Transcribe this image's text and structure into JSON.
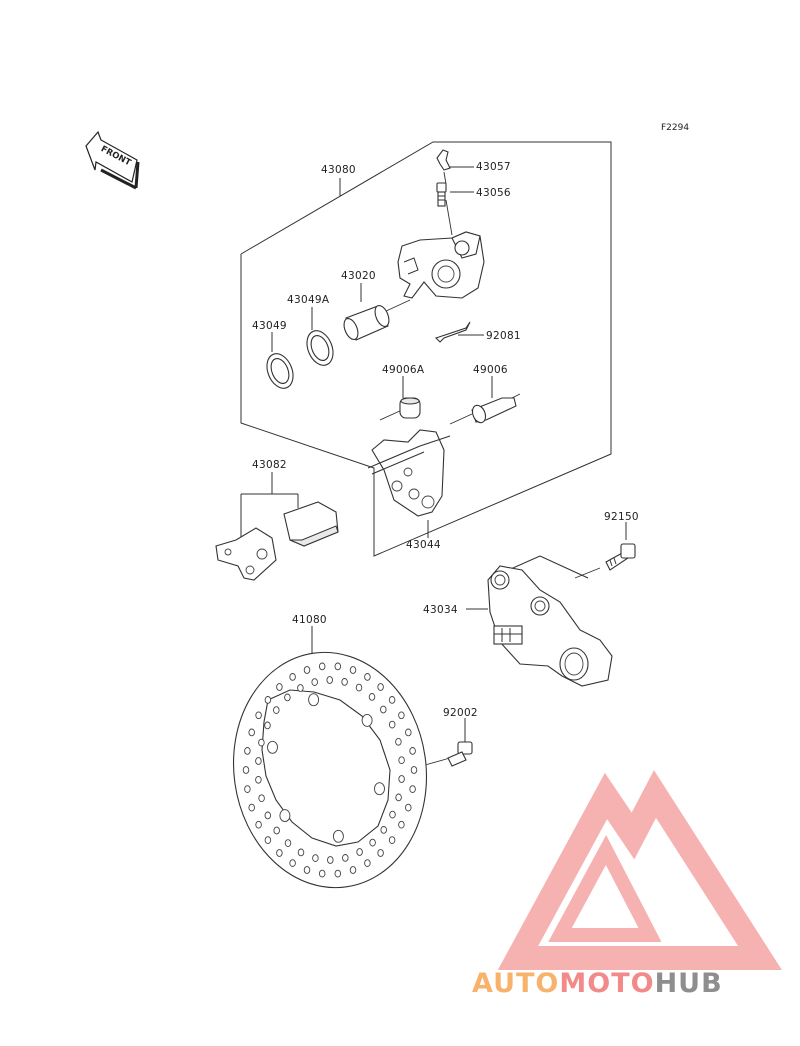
{
  "figure_code": "F2294",
  "front_label": "FRONT",
  "parts": {
    "p43080": "43080",
    "p43057": "43057",
    "p43056": "43056",
    "p43020": "43020",
    "p43049A": "43049A",
    "p43049": "43049",
    "p92081": "92081",
    "p49006A": "49006A",
    "p49006": "49006",
    "p43044": "43044",
    "p43082": "43082",
    "p92150": "92150",
    "p43034": "43034",
    "p41080": "41080",
    "p92002": "92002"
  },
  "watermark": {
    "part1": "AUTO",
    "part2": "MOTO",
    "part3": "HUB",
    "color_orange": "#f7b36b",
    "color_red": "#f28a8a",
    "color_grey": "#8e8e8e"
  }
}
